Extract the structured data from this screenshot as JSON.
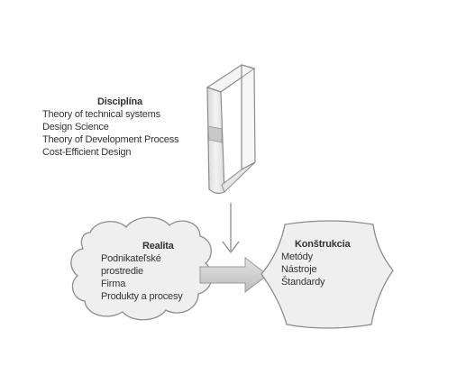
{
  "disciplina": {
    "title": "Disciplína",
    "items": [
      "Theory of technical systems",
      "Design Science",
      "Theory of Development Process",
      "Cost-Efficient Design"
    ]
  },
  "realita": {
    "title": "Realita",
    "items": [
      "Podnikateľské",
      "prostredie",
      "Firma",
      "Produkty a procesy"
    ]
  },
  "konstrukcia": {
    "title": "Konštrukcia",
    "items": [
      "Metódy",
      "Nástroje",
      "Štandardy"
    ]
  },
  "colors": {
    "fill": "#efefef",
    "stroke": "#8c8c8c",
    "arrow_fill": "#cfcfcf",
    "text": "#333333"
  },
  "icons": [
    "book-icon",
    "cloud-shape",
    "hexagon-shape",
    "down-arrow",
    "right-arrow"
  ]
}
